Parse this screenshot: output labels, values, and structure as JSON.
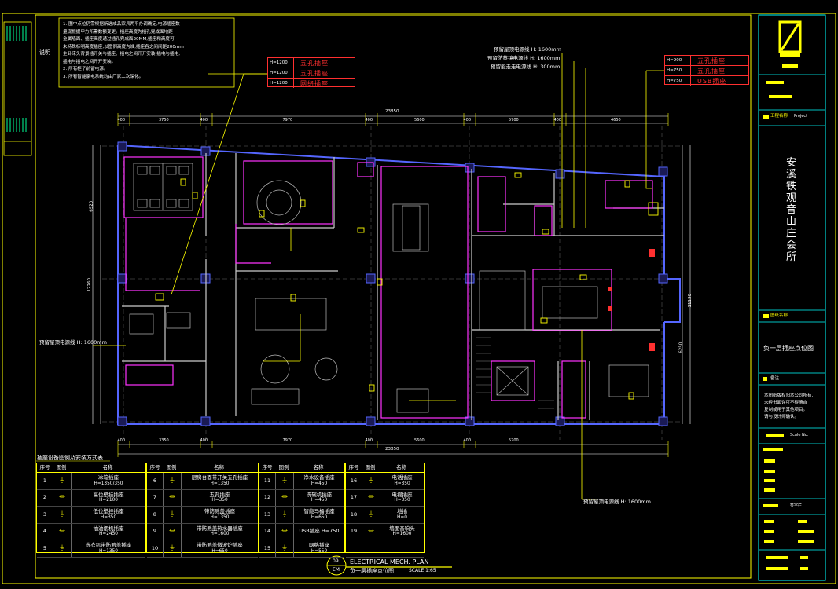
{
  "notes": {
    "label": "说明",
    "lines": [
      "1. 图中点位仍需根据所选成品家具两平办调确定,电源插座数",
      "量现根据甲方所需数额变更。插座高度为插孔完成面地距",
      "金属墙面、插座高度通过插孔完成面30MM,插座和高度可",
      "未特殊标明高度插座,以图例高度为准,插座各之间间距200mm",
      "主卧床头背景插开关与插座、插电之间开开安装,插电与插电,",
      "插电与插电之间开开安装。",
      "2. 所有柜子前留电源。",
      "3. 所有智能家电系统均由厂家二次深化。"
    ]
  },
  "left_callout": [
    {
      "h": "H=1200",
      "name": "五孔插座"
    },
    {
      "h": "H=1200",
      "name": "五孔插座"
    },
    {
      "h": "H=1200",
      "name": "网络插座"
    }
  ],
  "right_callout": [
    {
      "h": "H=900",
      "name": "五孔插座"
    },
    {
      "h": "H=750",
      "name": "五孔插座"
    },
    {
      "h": "H=750",
      "name": "USB插座"
    }
  ],
  "top_notes": [
    "预留屋顶电源线 H: 1600mm",
    "预留防蒸镜电源线 H: 1600mm",
    "预留能走走电源线 H: 300mm"
  ],
  "left_note": "预留屋顶电源线 H: 1600mm",
  "bottom_note": "预留屋顶电源线 H: 1600mm",
  "dimensions": {
    "top_total": "23850",
    "bottom_total": "23850",
    "top": [
      "400",
      "3750",
      "400",
      "7970",
      "400",
      "5600",
      "400",
      "5700",
      "400",
      "4650"
    ],
    "bottom": [
      "400",
      "3350",
      "400",
      "7970",
      "400",
      "5600",
      "400",
      "5700"
    ],
    "left": [
      "6920",
      "12260"
    ],
    "right": [
      "11130",
      "6250"
    ]
  },
  "legend": {
    "title": "插座设备图例及安装方式表",
    "headers": [
      "序号",
      "图例",
      "名称"
    ],
    "columns": [
      [
        {
          "no": "1",
          "name": "冰箱插座",
          "h": "H=1350/350"
        },
        {
          "no": "2",
          "name": "高位壁挂插座",
          "h": "H=2100"
        },
        {
          "no": "3",
          "name": "低位壁挂插座",
          "h": "H=350"
        },
        {
          "no": "4",
          "name": "抽油烟机插座",
          "h": "H=2450"
        },
        {
          "no": "5",
          "name": "洗衣机带防溅盖插座",
          "h": "H=1350"
        }
      ],
      [
        {
          "no": "6",
          "name": "厨房台面带开关五孔插座",
          "h": "H=1350"
        },
        {
          "no": "7",
          "name": "五孔插座",
          "h": "H=350"
        },
        {
          "no": "8",
          "name": "带防溅盖插座",
          "h": "H=1350"
        },
        {
          "no": "9",
          "name": "带防溅盖热水器插座",
          "h": "H=1600"
        },
        {
          "no": "10",
          "name": "带防溅盖微波炉插座",
          "h": "H=650"
        }
      ],
      [
        {
          "no": "11",
          "name": "净水设备插座",
          "h": "H=450"
        },
        {
          "no": "12",
          "name": "洗碗机插座",
          "h": "H=450"
        },
        {
          "no": "13",
          "name": "智能马桶插座",
          "h": "H=650"
        },
        {
          "no": "14",
          "name": "USB插座 H=750",
          "h": ""
        },
        {
          "no": "15",
          "name": "网络插座",
          "h": "H=550"
        }
      ],
      [
        {
          "no": "16",
          "name": "电话插座",
          "h": "H=350"
        },
        {
          "no": "17",
          "name": "电视插座",
          "h": "H=350"
        },
        {
          "no": "18",
          "name": "地插",
          "h": "H=0"
        },
        {
          "no": "19",
          "name": "墙面音响头",
          "h": "H=1600"
        },
        {
          "no": "",
          "name": "",
          "h": ""
        }
      ]
    ]
  },
  "drawing_title": {
    "num": "09",
    "sheet": "EM",
    "en": "ELECTRICAL MECH. PLAN",
    "cn": "负一层插座点位图",
    "scale": "SCALE 1:65"
  },
  "title_block": {
    "project": "安溪铁观音山庄会所",
    "drawing": "负一层插座点位图",
    "label_project": "工程名称",
    "label_project_en": "Project",
    "label_drawing": "图纸名称",
    "remarks_label": "备注",
    "remarks": [
      "本图纸版权归本公司所有,",
      "未经书面许可不得擅自",
      "复制或用于其他项目。",
      "请与设计师确认。"
    ],
    "label_sign": "签字栏",
    "label_scale": "Scale No."
  },
  "colors": {
    "wall": "#5566ff",
    "furniture": "#ff33ff",
    "annotation": "#ffff00",
    "border": "#ffff00",
    "callout": "#ff3030",
    "dimension": "#ffffff",
    "titleblock": "#00ffff"
  }
}
